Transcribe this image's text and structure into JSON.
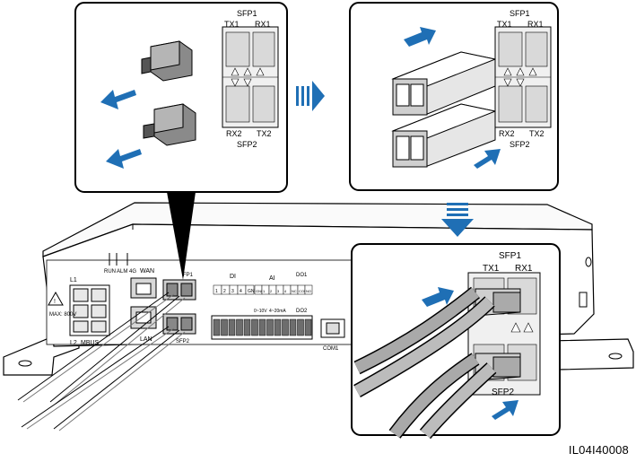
{
  "figure": {
    "code": "IL04I40008",
    "accent_color": "#1f6fb5",
    "icons": [
      "arrow-right-icon",
      "arrow-down-icon",
      "push-arrow-icon",
      "pull-arrow-icon"
    ]
  },
  "panel_remove_caps": {
    "sfp_top_label": "SFP1",
    "tx1": "TX1",
    "rx1": "RX1",
    "rx2": "RX2",
    "tx2": "TX2",
    "sfp_bottom_label": "SFP2"
  },
  "panel_insert_modules": {
    "sfp_top_label": "SFP1",
    "tx1": "TX1",
    "rx1": "RX1",
    "rx2": "RX2",
    "tx2": "TX2",
    "sfp_bottom_label": "SFP2"
  },
  "panel_connect_fibers": {
    "sfp_top_label": "SFP1",
    "tx1": "TX1",
    "rx1": "RX1",
    "sfp_bottom_label": "SFP2"
  },
  "device": {
    "run": "RUN",
    "alm": "ALM",
    "4g": "4G",
    "wan": "WAN",
    "l1": "L1",
    "l2": "L2",
    "mbus": "MBUS",
    "lan": "LAN",
    "max_voltage": "MAX:\n800V",
    "sfp1": "FP1",
    "sfp2": "SFP2",
    "di": "DI",
    "ai": "AI",
    "do1": "DO1",
    "do2": "DO2",
    "com1": "COM1",
    "di_ports": [
      "1",
      "2",
      "3",
      "4",
      "GND"
    ],
    "ai_ports": [
      "GND",
      "1",
      "2",
      "3",
      "4",
      "NC",
      "COM",
      "NO"
    ],
    "ai_range_1": "0~10V",
    "ai_range_2": "4~20mA"
  }
}
